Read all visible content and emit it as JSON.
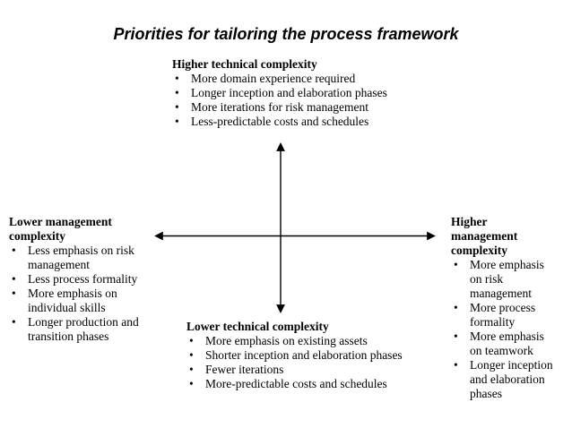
{
  "title": "Priorities for tailoring the process framework",
  "colors": {
    "background": "#ffffff",
    "text": "#000000",
    "axis": "#000000"
  },
  "quadrants": {
    "top": {
      "heading": "Higher technical complexity",
      "bullets": [
        "More domain experience required",
        "Longer inception and elaboration phases",
        "More iterations for risk management",
        "Less-predictable costs and schedules"
      ]
    },
    "bottom": {
      "heading": "Lower technical complexity",
      "bullets": [
        "More emphasis on existing assets",
        "Shorter inception and elaboration phases",
        "Fewer iterations",
        "More-predictable costs and schedules"
      ]
    },
    "left": {
      "heading": "Lower management complexity",
      "bullets": [
        "Less emphasis on risk management",
        "Less process formality",
        "More emphasis on individual skills",
        "Longer production and transition phases"
      ]
    },
    "right": {
      "heading": "Higher management complexity",
      "bullets": [
        "More emphasis on risk management",
        "More process formality",
        "More emphasis on teamwork",
        "Longer inception and elaboration phases"
      ]
    }
  }
}
